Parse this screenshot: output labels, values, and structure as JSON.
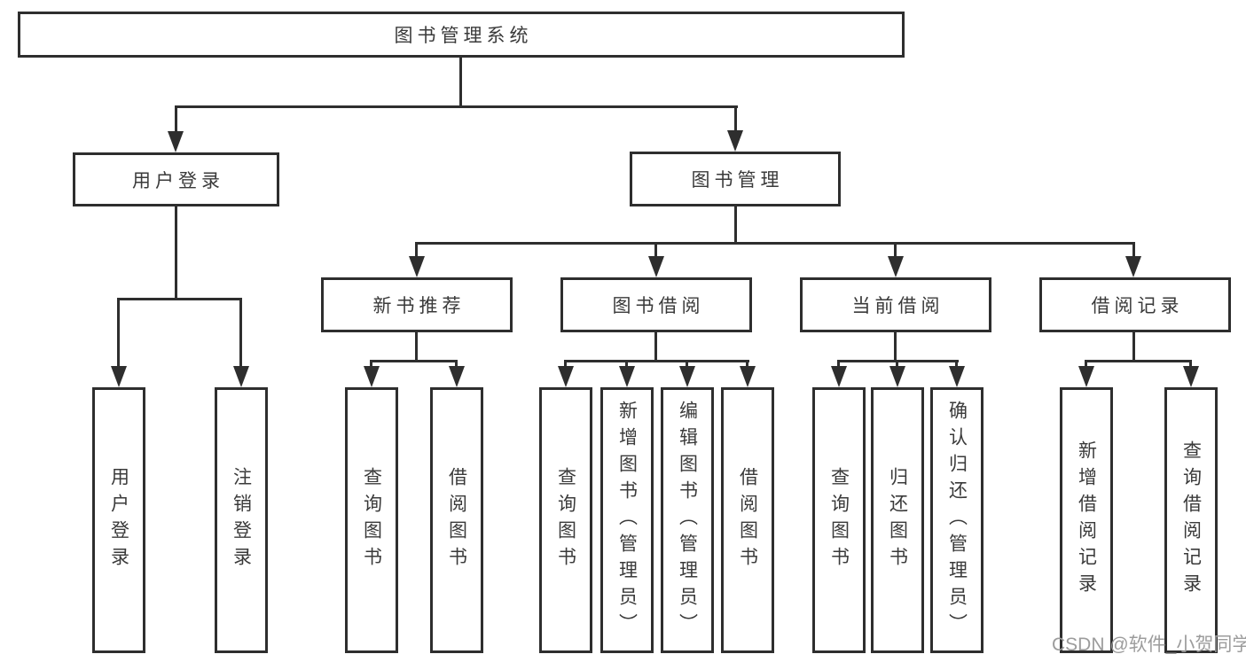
{
  "tree": {
    "root": "图书管理系统",
    "branches": [
      {
        "label": "用户登录",
        "children": [
          {
            "label": "用户登录"
          },
          {
            "label": "注销登录"
          }
        ]
      },
      {
        "label": "图书管理",
        "children": [
          {
            "label": "新书推荐",
            "children": [
              {
                "label": "查询图书"
              },
              {
                "label": "借阅图书"
              }
            ]
          },
          {
            "label": "图书借阅",
            "children": [
              {
                "label": "查询图书"
              },
              {
                "label": "新增图书（管理员）"
              },
              {
                "label": "编辑图书（管理员）"
              },
              {
                "label": "借阅图书"
              }
            ]
          },
          {
            "label": "当前借阅",
            "children": [
              {
                "label": "查询图书"
              },
              {
                "label": "归还图书"
              },
              {
                "label": "确认归还（管理员）"
              }
            ]
          },
          {
            "label": "借阅记录",
            "children": [
              {
                "label": "新增借阅记录"
              },
              {
                "label": "查询借阅记录"
              }
            ]
          }
        ]
      }
    ]
  },
  "watermark": {
    "text": "CSDN @软件_小贺同学"
  },
  "colors": {
    "line": "#2e2e2e",
    "box_border": "#2e2e2e",
    "box_bg": "#ffffff",
    "text": "#3a3a3a",
    "watermark": "#9c9c9c"
  }
}
